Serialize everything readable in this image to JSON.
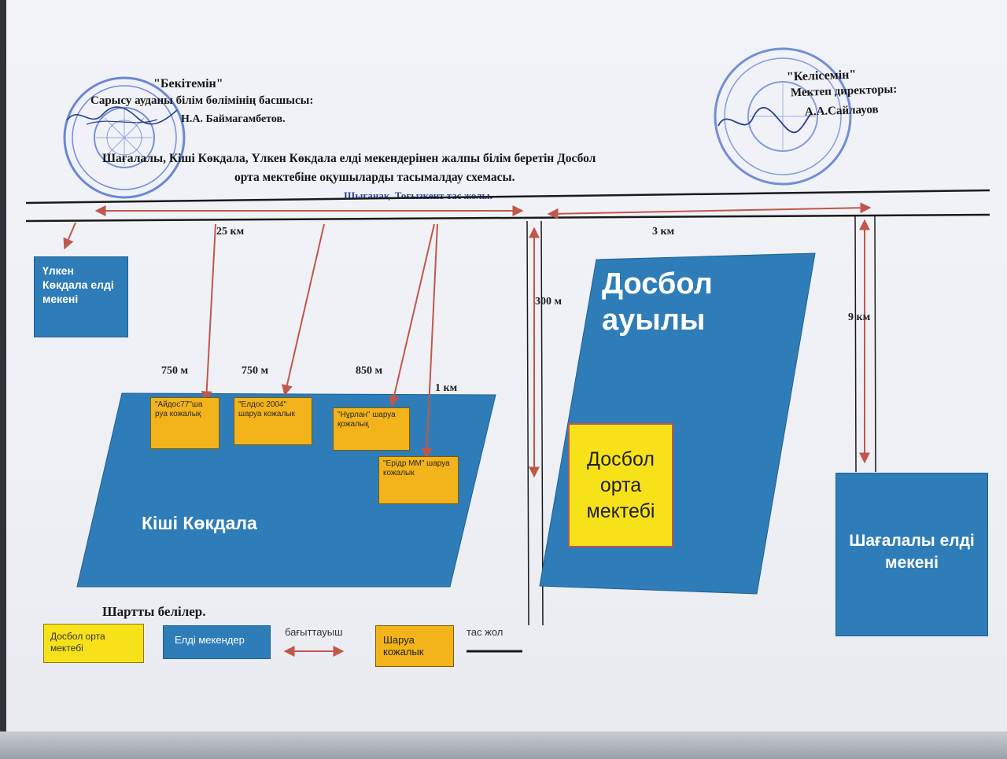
{
  "header": {
    "approve_title": "\"Бекітемін\"",
    "approve_position": "Сарысу ауданы білім бөлімінің басшысы:",
    "approve_name": "Н.А. Баймагамбетов.",
    "agree_title": "\"Келісемін\"",
    "agree_position": "Мектеп директоры:",
    "agree_name": "А.А.Сайлауов"
  },
  "title": {
    "line1": "Шағалалы, Кіші Көкдала, Үлкен Көкдала елді мекендерінен жалпы   білім беретін  Досбол",
    "line2": "орта мектебіне оқушыларды тасымалдау схемасы."
  },
  "road": {
    "label": "Шығанақ. Тоғызкент  тас жолы."
  },
  "distances": {
    "d25km": "25 км",
    "d3km": "3 км",
    "d300m": "300 м",
    "d9km": "9 км",
    "d750a": "750 м",
    "d750b": "750 м",
    "d850": "850 м",
    "d1km": "1 км"
  },
  "places": {
    "ulken_kokdala": "Үлкен Көкдала елді  мекені",
    "kishi_kokdala": "Кіші Көкдала",
    "dosbol_village": "Досбол ауылы",
    "dosbol_school": "Досбол орта мектебі",
    "shagalaly": "Шағалалы елді мекені"
  },
  "farms": {
    "aidos": "\"Айдос77\"ша руа кожалық",
    "eldos": "\"Елдос 2004\" шаруа кожалык",
    "nurlan": "\"Нұрлан\" шаруа қожалық",
    "eridr": "\"Ерідр ММ\" шаруа кожалык"
  },
  "legend": {
    "title": "Шартты белілер.",
    "school": "Досбол  орта мектебі",
    "settlements": "Елді мекендер",
    "direction": "бағыттауыш",
    "farm": "Шаруа кожалык",
    "road": "тас жол"
  },
  "colors": {
    "blue": "#2e7db8",
    "yellow_school": "#f7e21a",
    "orange_farm": "#f2b31b",
    "arrow": "#c0574a",
    "seal": "#3d63c9"
  }
}
